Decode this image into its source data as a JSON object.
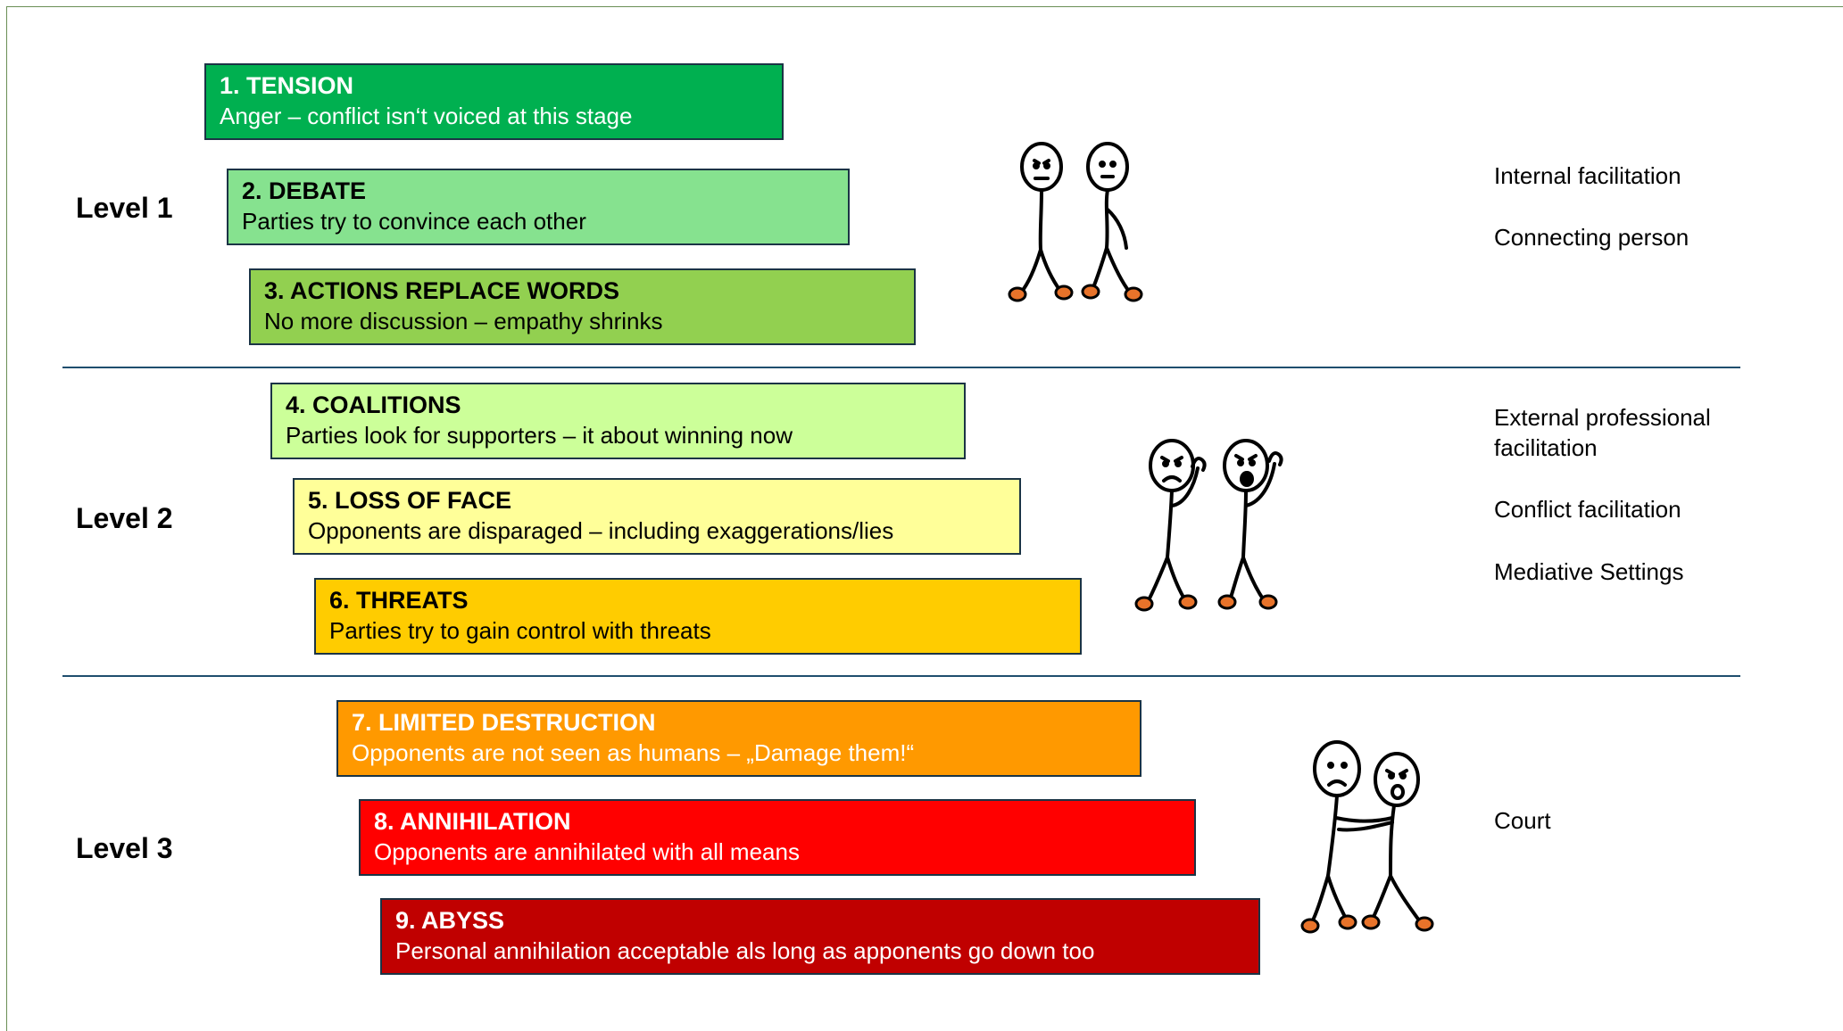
{
  "levels": [
    {
      "label": "Level 1"
    },
    {
      "label": "Level 2"
    },
    {
      "label": "Level 3"
    }
  ],
  "stages": [
    {
      "title": "1. TENSION",
      "desc": "Anger – conflict isn‘t voiced at this stage",
      "color": "#00b050",
      "text_color": "#ffffff"
    },
    {
      "title": "2. DEBATE",
      "desc": "Parties try to convince each other",
      "color": "#86e28f",
      "text_color": "#000000"
    },
    {
      "title": "3. ACTIONS REPLACE WORDS",
      "desc": "No more discussion – empathy shrinks",
      "color": "#92d050",
      "text_color": "#000000"
    },
    {
      "title": "4. COALITIONS",
      "desc": "Parties look for supporters – it about winning now",
      "color": "#ccff99",
      "text_color": "#000000"
    },
    {
      "title": "5. LOSS OF FACE",
      "desc": "Opponents are disparaged – including exaggerations/lies",
      "color": "#ffff99",
      "text_color": "#000000"
    },
    {
      "title": "6. THREATS",
      "desc": "Parties try to gain control with threats",
      "color": "#ffcc00",
      "text_color": "#000000"
    },
    {
      "title": "7. LIMITED DESTRUCTION",
      "desc": "Opponents are not seen as humans – „Damage them!“",
      "color": "#ff9900",
      "text_color": "#ffffff"
    },
    {
      "title": "8. ANNIHILATION",
      "desc": "Opponents are annihilated with all means",
      "color": "#ff0000",
      "text_color": "#ffffff"
    },
    {
      "title": "9. ABYSS",
      "desc": "Personal annihilation acceptable als long as apponents go down too",
      "color": "#c00000",
      "text_color": "#ffffff"
    }
  ],
  "interventions": {
    "level1": [
      "Internal facilitation",
      "Connecting person"
    ],
    "level2": [
      "External professional facilitation",
      "Conflict facilitation",
      "Mediative Settings"
    ],
    "level3": [
      "Court"
    ]
  },
  "colors": {
    "divider": "#1f4e6e",
    "feet": "#e8732a"
  },
  "figures": {
    "level1": "two-standing-stick-figures-icon",
    "level2": "two-arguing-stick-figures-icon",
    "level3": "two-fighting-stick-figures-icon"
  }
}
